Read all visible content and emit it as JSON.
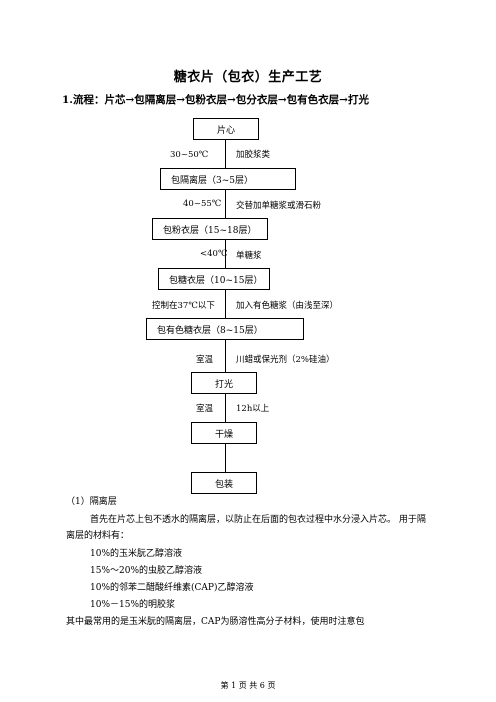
{
  "title": "糖衣片（包衣）生产工艺",
  "section1_heading": "1.流程：片芯→包隔离层→包粉衣层→包分衣层→包有色衣层→打光",
  "flow": {
    "boxes": [
      "片心",
      "包隔离层（3~5层）",
      "包粉衣层（15~18层）",
      "包糖衣层（10~15层）",
      "包有色糖衣层（8~15层）",
      "打光",
      "干燥",
      "包装"
    ],
    "conditions": [
      {
        "temp": "30~50℃",
        "note": "加胶浆类"
      },
      {
        "temp": "40~55℃",
        "note": "交替加单糖浆或滑石粉"
      },
      {
        "temp": "<40℃",
        "note": "单糖浆"
      },
      {
        "temp": "控制在37℃以下",
        "note": "加入有色糖浆（由浅至深）"
      },
      {
        "temp": "室温",
        "note": "川蜡或保光剂（2%硅油）"
      },
      {
        "temp": "室温",
        "note": "12h以上"
      }
    ]
  },
  "section_isolation": {
    "heading": "（1）隔离层",
    "para_line1": "首先在片芯上包不透水的隔离层，以防止在后面的包衣过程中水分浸入片芯。 用于隔",
    "para_line2": "离层的材料有：",
    "materials": [
      "10%的玉米朊乙醇溶液",
      "15%～20%的虫胶乙醇溶液",
      "10%的邻苯二醋酸纤维素(CAP)乙醇溶液",
      "10%－15%的明胶浆"
    ],
    "last_line": "其中最常用的是玉米朊的隔离层，CAP为肠溶性高分子材料，使用时注意包"
  },
  "footer": "第 1 页 共 6 页"
}
